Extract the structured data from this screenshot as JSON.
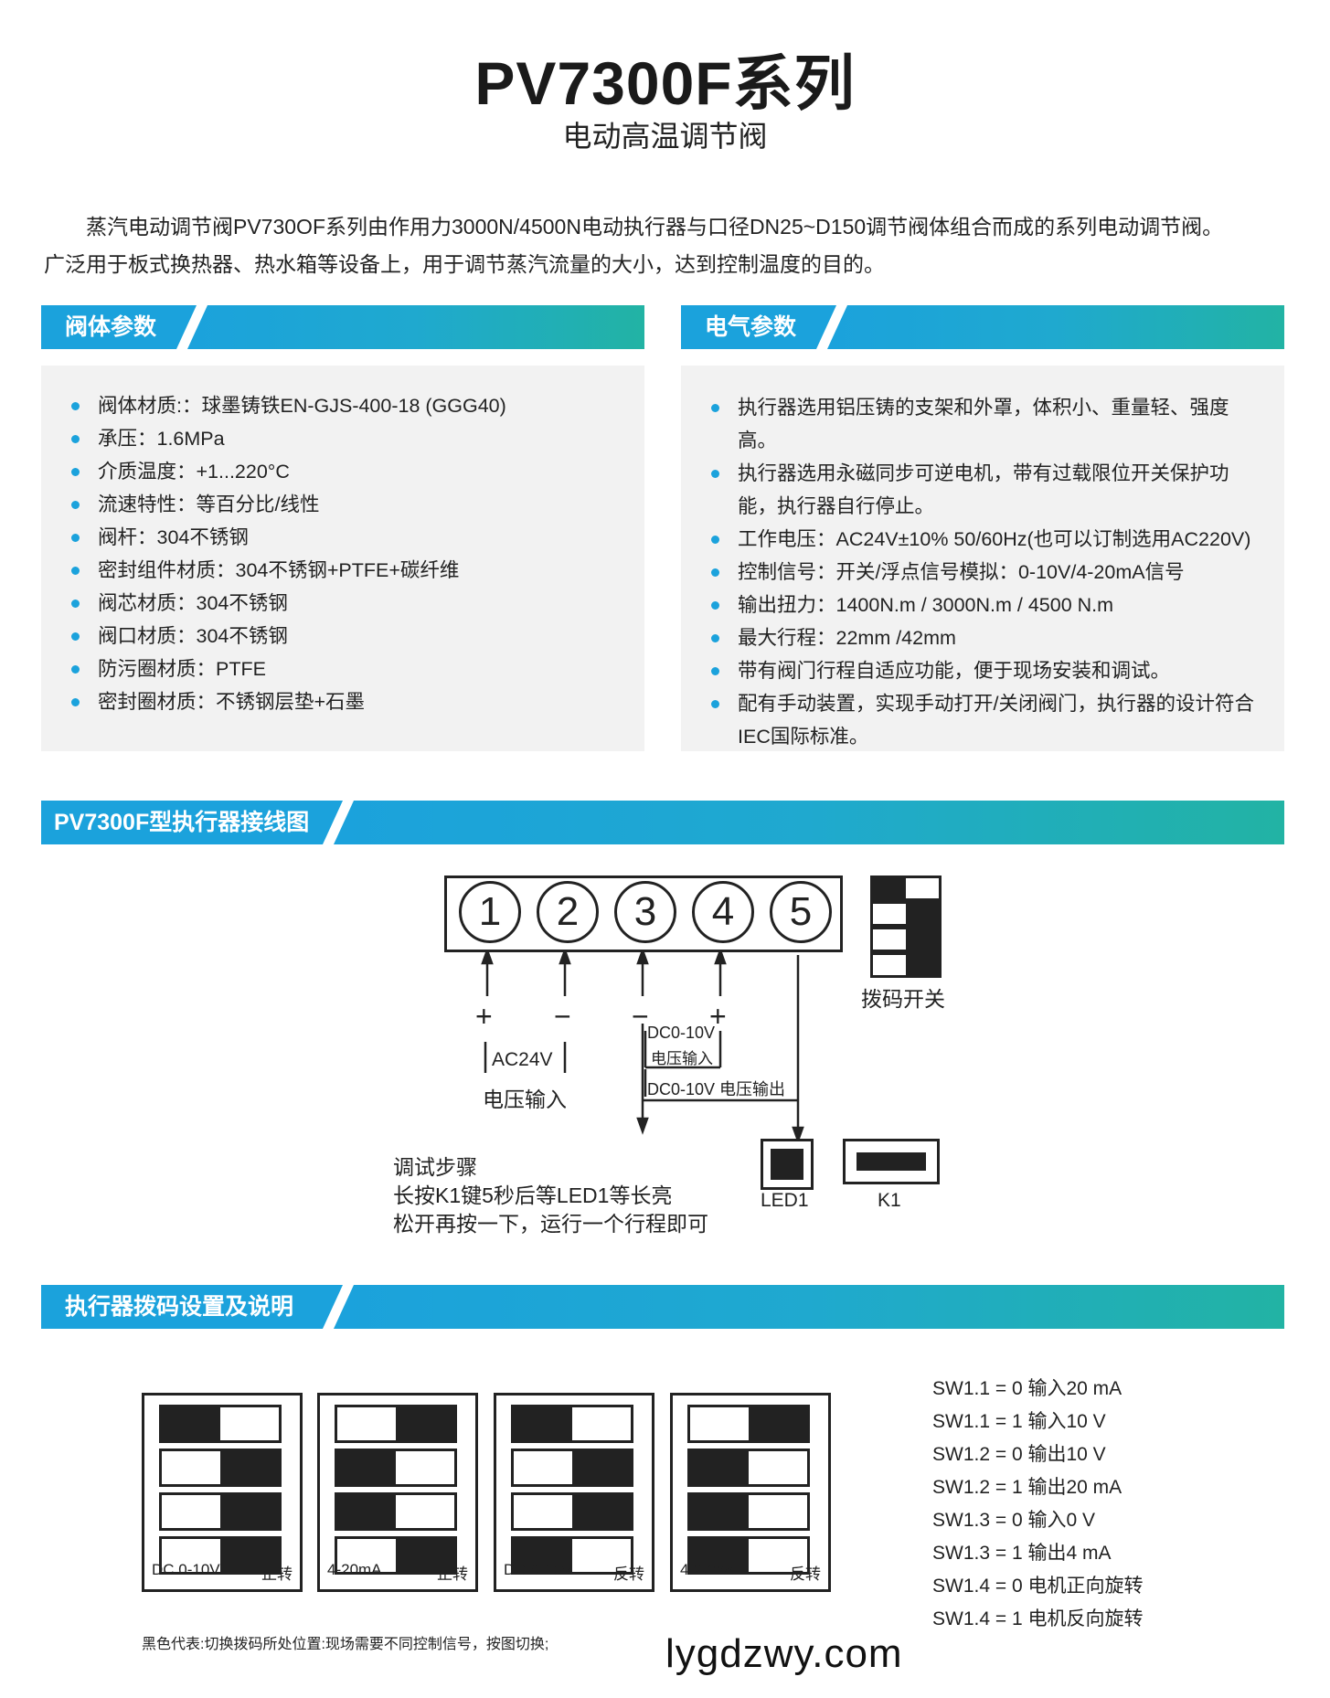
{
  "header": {
    "title": "PV7300F系列",
    "subtitle": "电动高温调节阀"
  },
  "intro": {
    "line1": "蒸汽电动调节阀PV730OF系列由作用力3000N/4500N电动执行器与口径DN25~D150调节阀体组合而成的系列电动调节阀。",
    "line2": "广泛用于板式换热器、热水箱等设备上，用于调节蒸汽流量的大小，达到控制温度的目的。"
  },
  "valve_params": {
    "heading": "阀体参数",
    "items": [
      "阀体材质:：球墨铸铁EN-GJS-400-18 (GGG40)",
      "承压：1.6MPa",
      "介质温度：+1...220°C",
      "流速特性：等百分比/线性",
      "阀杆：304不锈钢",
      "密封组件材质：304不锈钢+PTFE+碳纤维",
      "阀芯材质：304不锈钢",
      "阀口材质：304不锈钢",
      "防污圈材质：PTFE",
      "密封圈材质：不锈钢层垫+石墨"
    ]
  },
  "electrical_params": {
    "heading": "电气参数",
    "items": [
      "执行器选用铝压铸的支架和外罩，体积小、重量轻、强度高。",
      "执行器选用永磁同步可逆电机，带有过载限位开关保护功能，执行器自行停止。",
      "工作电压：AC24V±10%  50/60Hz(也可以订制选用AC220V)",
      "控制信号：开关/浮点信号模拟：0-10V/4-20mA信号",
      "输出扭力：1400N.m / 3000N.m / 4500 N.m",
      "最大行程：22mm /42mm",
      "带有阀门行程自适应功能，便于现场安装和调试。",
      "配有手动装置，实现手动打开/关闭阀门，执行器的设计符合IEC国际标准。"
    ]
  },
  "wiring": {
    "heading": "PV7300F型执行器接线图",
    "terminals": [
      "1",
      "2",
      "3",
      "4",
      "5"
    ],
    "plus1": "+",
    "minus2": "−",
    "minus3": "−",
    "plus4": "+",
    "ac24v": "AC24V",
    "voltage_input": "电压输入",
    "dc_in_top": "DC0-10V",
    "dc_in_bottom": "电压输入",
    "dc_out": "DC0-10V 电压输出",
    "dip_label": "拨码开关",
    "led_label": "LED1",
    "k1_label": "K1",
    "steps_title": "调试步骤",
    "step1": "长按K1键5秒后等LED1等长亮",
    "step2": "松开再按一下，运行一个行程即可"
  },
  "dip_settings": {
    "heading": "执行器拨码设置及说明",
    "boxes": [
      {
        "signal": "DC 0-10V",
        "direction": "正转",
        "on": [
          "left",
          "right",
          "right",
          "right"
        ]
      },
      {
        "signal": "4-20mA",
        "direction": "正转",
        "on": [
          "right",
          "left",
          "left",
          "right"
        ]
      },
      {
        "signal": "DC 0-10V",
        "direction": "反转",
        "on": [
          "left",
          "right",
          "right",
          "left"
        ]
      },
      {
        "signal": "4-20mA",
        "direction": "反转",
        "on": [
          "right",
          "left",
          "left",
          "left"
        ]
      }
    ],
    "legend": [
      "SW1.1 = 0 输入20 mA",
      "SW1.1 = 1 输入10 V",
      "SW1.2 = 0 输出10 V",
      "SW1.2 = 1 输出20 mA",
      "SW1.3 = 0 输入0 V",
      "SW1.3 = 1 输出4 mA",
      "SW1.4 = 0 电机正向旋转",
      "SW1.4 = 1 电机反向旋转"
    ],
    "note": "黑色代表:切换拨码所处位置:现场需要不同控制信号，按图切换;",
    "website": "lygdzwy.com"
  },
  "colors": {
    "accent_blue": "#1ba2dc",
    "accent_teal": "#22b3a4",
    "panel_bg": "#f2f2f2"
  }
}
